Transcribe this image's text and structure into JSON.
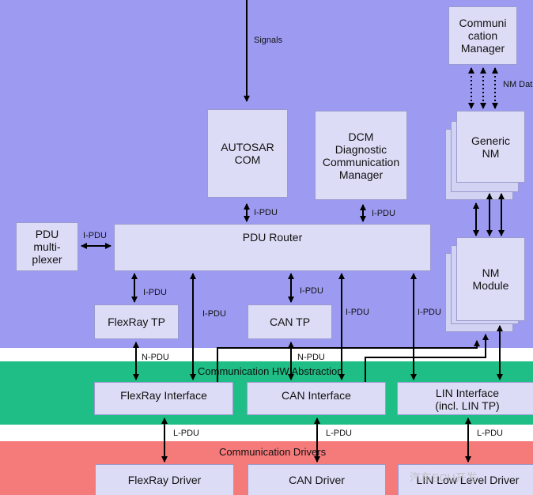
{
  "bands": {
    "hw_abstraction": "Communication HW Abstraction",
    "drivers": "Communication Drivers"
  },
  "boxes": {
    "communication_manager": "Communi\ncation\nManager",
    "generic_nm": "Generic\nNM",
    "autosar_com": "AUTOSAR\nCOM",
    "dcm": "DCM\nDiagnostic\nCommunication\nManager",
    "pdu_multiplexer": "PDU\nmulti-\nplexer",
    "pdu_router": "PDU Router",
    "nm_module": "NM\nModule",
    "flexray_tp": "FlexRay TP",
    "can_tp": "CAN TP",
    "flexray_interface": "FlexRay Interface",
    "can_interface": "CAN Interface",
    "lin_interface": "LIN Interface\n(incl. LIN TP)",
    "flexray_driver": "FlexRay Driver",
    "can_driver": "CAN Driver",
    "lin_driver": "LIN Low Level Driver"
  },
  "labels": {
    "signals": "Signals",
    "nm_data": "NM Dat",
    "ipdu_com": "I-PDU",
    "ipdu_dcm": "I-PDU",
    "ipdu_mux": "I-PDU",
    "ipdu_flexray_tp": "I-PDU",
    "ipdu_can_tp": "I-PDU",
    "ipdu_flexray_if": "I-PDU",
    "ipdu_can_if": "I-PDU",
    "ipdu_lin_if": "I-PDU",
    "npdu_flexray": "N-PDU",
    "npdu_can": "N-PDU",
    "lpdu_flexray": "L-PDU",
    "lpdu_can": "L-PDU",
    "lpdu_lin": "L-PDU"
  },
  "watermark": "汽车ECU开发",
  "colors": {
    "services_band": "#9d9bf1",
    "hw_abstraction_band": "#1ebe86",
    "drivers_band": "#f57a7a",
    "box_fill": "#dcdcf6"
  }
}
